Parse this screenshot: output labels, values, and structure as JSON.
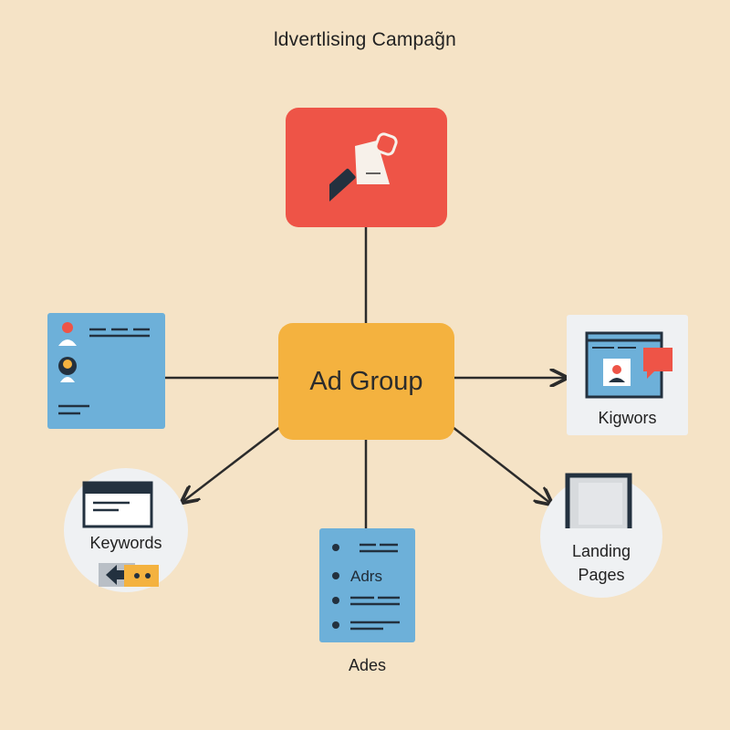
{
  "title": "ldvertlising Campag̃n",
  "nodes": {
    "campaign": {
      "icon": "megaphone-icon"
    },
    "ad_group": {
      "label": "Ad Group"
    },
    "audience": {
      "icon": "audience-list-icon"
    },
    "right_card": {
      "label": "Kigwors",
      "icon": "browser-profile-icon"
    },
    "keywords": {
      "label": "Keywords",
      "icon": "browser-window-icon"
    },
    "landing": {
      "label_line1": "Landing",
      "label_line2": "Pages",
      "icon": "page-frame-icon"
    },
    "ads": {
      "inner_label": "Adrs",
      "caption": "Ades",
      "icon": "list-document-icon"
    }
  },
  "colors": {
    "background": "#f5e3c6",
    "campaign": "#ee5447",
    "ad_group": "#f4b23f",
    "blue_card": "#6db0d9",
    "light_card": "#eff1f3",
    "line": "#2b2b2b"
  }
}
